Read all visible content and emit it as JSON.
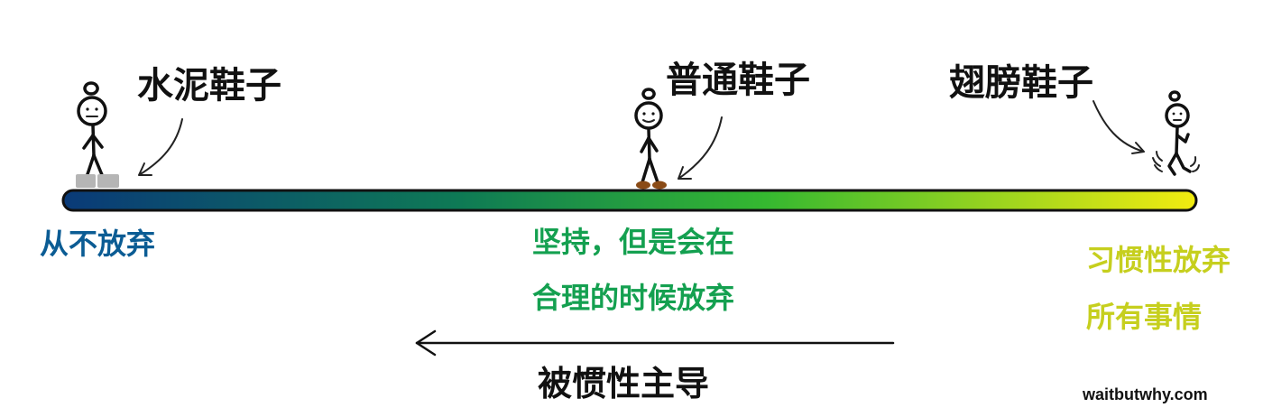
{
  "shoes": [
    {
      "title": "水泥鞋子",
      "description_lines": [
        "从不放弃"
      ],
      "color": "#0b5c94"
    },
    {
      "title": "普通鞋子",
      "description_lines": [
        "坚持，但是会在",
        "合理的时候放弃"
      ],
      "color": "#14a050"
    },
    {
      "title": "翅膀鞋子",
      "description_lines": [
        "习惯性放弃",
        "所有事情"
      ],
      "color": "#c6cf1e"
    }
  ],
  "spectrum": {
    "gradient_colors": [
      "#0a3a78",
      "#0e7a55",
      "#35b830",
      "#f2ec10"
    ]
  },
  "footer": {
    "label": "被惯性主导"
  },
  "credit": "waitbutwhy.com"
}
